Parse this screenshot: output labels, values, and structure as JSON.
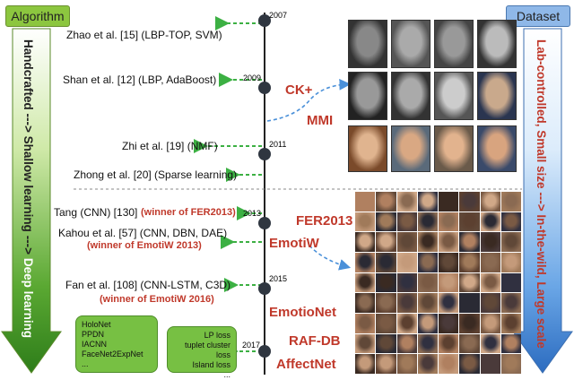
{
  "headers": {
    "left": "Algorithm",
    "right": "Dataset"
  },
  "left_arrow_text": {
    "part1": "Handcrafted",
    "part2": "---> Shallow learning",
    "part3": "--->",
    "part4": "Deep learning"
  },
  "right_arrow_text": {
    "part1": "Lab-controlled, Small size",
    "part2": "---> In-the-wild, Large scale"
  },
  "years": [
    "2007",
    "2009",
    "2011",
    "2013",
    "2015",
    "2017"
  ],
  "methods": [
    "Zhao et al. [15] (LBP-TOP, SVM)",
    "Shan et al. [12] (LBP, AdaBoost)",
    "Zhi et al. [19] (NMF)",
    "Zhong et al. [20] (Sparse learning)",
    "Tang (CNN) [130]",
    "Kahou et al. [57] (CNN, DBN, DAE)",
    "Fan et al. [108] (CNN-LSTM, C3D)"
  ],
  "winners": [
    "(winner of FER2013)",
    "(winner of EmotiW 2013)",
    "(winner of EmotiW 2016)"
  ],
  "datasets": [
    "CK+",
    "MMI",
    "FER2013",
    "EmotiW",
    "EmotioNet",
    "RAF-DB",
    "AffectNet"
  ],
  "box_left": [
    "HoloNet",
    "PPDN",
    "IACNN",
    "FaceNet2ExpNet",
    "..."
  ],
  "box_right": [
    "LP loss",
    "tuplet cluster loss",
    "Island loss",
    "..."
  ],
  "colors": {
    "green": "#3cb043",
    "red": "#c0392b",
    "blue": "#4a90d9",
    "accent_box": "#77c043"
  }
}
